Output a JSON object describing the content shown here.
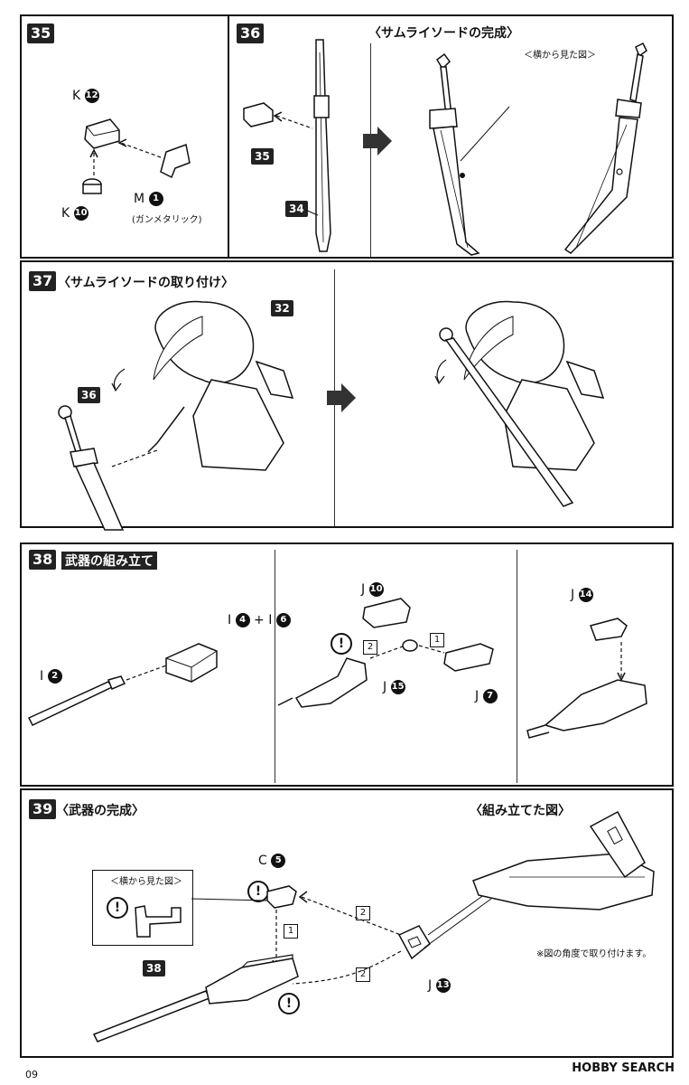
{
  "panel35": {
    "step": "35",
    "k12_letter": "K",
    "k12_num": "12",
    "k10_letter": "K",
    "k10_num": "10",
    "m1_letter": "M",
    "m1_num": "1",
    "m1_note": "(ガンメタリック)"
  },
  "panel36": {
    "step": "36",
    "title": "〈サムライソードの完成〉",
    "side_view": "＜横から見た図＞",
    "part35": "35",
    "part34": "34"
  },
  "panel37": {
    "step": "37",
    "title": "〈サムライソードの取り付け〉",
    "part32": "32",
    "part36": "36"
  },
  "panel38": {
    "step": "38",
    "title": "武器の組み立て",
    "i2_letter": "I",
    "i2_num": "2",
    "i4_letter": "I",
    "i4_num": "4",
    "plus": "+",
    "i6_letter": "I",
    "i6_num": "6",
    "j10_letter": "J",
    "j10_num": "10",
    "j15_letter": "J",
    "j15_num": "15",
    "j7_letter": "J",
    "j7_num": "7",
    "j14_letter": "J",
    "j14_num": "14",
    "order1": "1",
    "order2": "2"
  },
  "panel39": {
    "step": "39",
    "title": "〈武器の完成〉",
    "assembled_title": "〈組み立てた図〉",
    "side_view": "＜横から見た図＞",
    "c5_letter": "C",
    "c5_num": "5",
    "j13_letter": "J",
    "j13_num": "13",
    "part38": "38",
    "note": "※図の角度で取り付けます。",
    "order1": "1",
    "order2a": "2",
    "order2b": "2"
  },
  "footer": {
    "page": "09",
    "watermark": "HOBBY SEARCH"
  }
}
